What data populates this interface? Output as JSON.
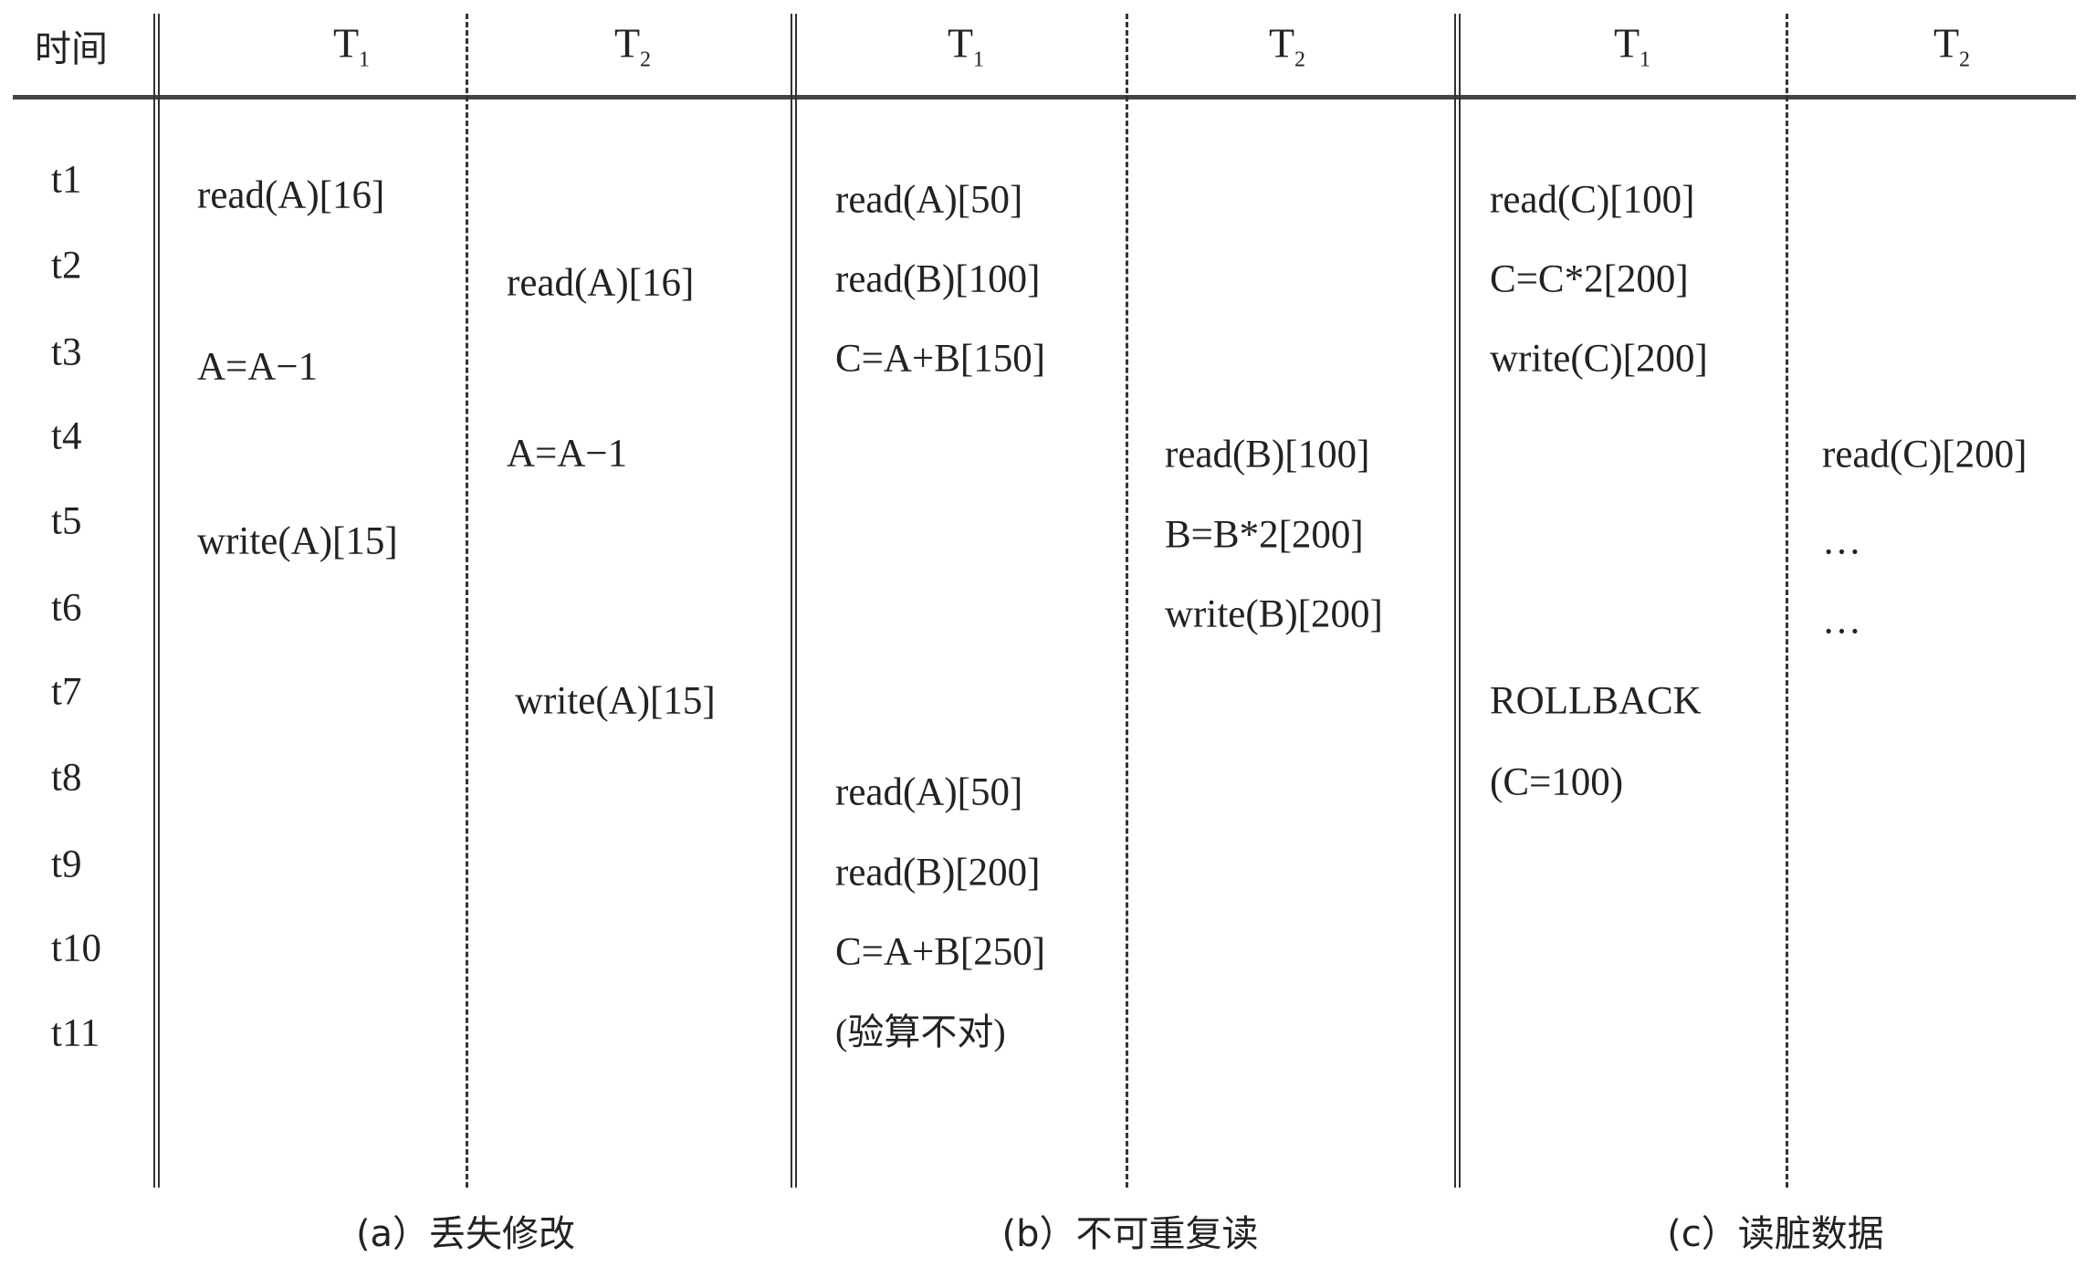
{
  "header": {
    "time": "时间",
    "t1": "T",
    "t1_sub": "1",
    "t2": "T",
    "t2_sub": "2"
  },
  "times": [
    "t1",
    "t2",
    "t3",
    "t4",
    "t5",
    "t6",
    "t7",
    "t8",
    "t9",
    "t10",
    "t11"
  ],
  "a": {
    "caption": "(a）丢失修改",
    "t1": [
      "read(A)[16]",
      "A=A−1",
      "write(A)[15]"
    ],
    "t2": [
      "read(A)[16]",
      "A=A−1",
      "write(A)[15]"
    ]
  },
  "b": {
    "caption": "(b）不可重复读",
    "t1": [
      "read(A)[50]",
      "read(B)[100]",
      "C=A+B[150]",
      "read(A)[50]",
      "read(B)[200]",
      "C=A+B[250]",
      "(验算不对)"
    ],
    "t2": [
      "read(B)[100]",
      "B=B*2[200]",
      "write(B)[200]"
    ]
  },
  "c": {
    "caption": "(c）读脏数据",
    "t1": [
      "read(C)[100]",
      "C=C*2[200]",
      "write(C)[200]",
      "ROLLBACK",
      "(C=100)"
    ],
    "t2": [
      "read(C)[200]",
      "…",
      "…"
    ]
  }
}
